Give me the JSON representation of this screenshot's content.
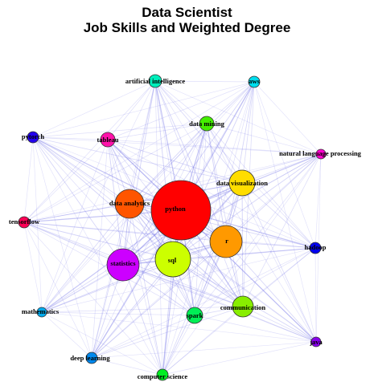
{
  "title": {
    "line1": "Data Scientist",
    "line2": "Job Skills and Weighted Degree"
  },
  "graph": {
    "edge_color": "#6a6ae6",
    "node_border_color": "#333333",
    "nodes": [
      {
        "id": "python",
        "label": "python",
        "color": "#ff0000"
      },
      {
        "id": "sql",
        "label": "sql",
        "color": "#ccff00"
      },
      {
        "id": "statistics",
        "label": "statistics",
        "color": "#cc00ff"
      },
      {
        "id": "r",
        "label": "r",
        "color": "#ff9900"
      },
      {
        "id": "data-analytics",
        "label": "data analytics",
        "color": "#ff5500"
      },
      {
        "id": "data-visualization",
        "label": "data visualization",
        "color": "#ffdd00"
      },
      {
        "id": "communication",
        "label": "communication",
        "color": "#88ee00"
      },
      {
        "id": "spark",
        "label": "spark",
        "color": "#00ee55"
      },
      {
        "id": "data-mining",
        "label": "data mining",
        "color": "#44ee00"
      },
      {
        "id": "tableau",
        "label": "tableau",
        "color": "#ff11aa"
      },
      {
        "id": "artificial-intelligence",
        "label": "artificial intelligence",
        "color": "#00eebb"
      },
      {
        "id": "aws",
        "label": "aws",
        "color": "#00ddee"
      },
      {
        "id": "natural-language-processing",
        "label": "natural language processing",
        "color": "#ff00cc"
      },
      {
        "id": "hadoop",
        "label": "hadoop",
        "color": "#0000ee"
      },
      {
        "id": "java",
        "label": "java",
        "color": "#8800ee"
      },
      {
        "id": "computer-science",
        "label": "computer science",
        "color": "#00ee22"
      },
      {
        "id": "deep-learning",
        "label": "deep learning",
        "color": "#0088ee"
      },
      {
        "id": "mathematics",
        "label": "mathematics",
        "color": "#00aaee"
      },
      {
        "id": "tensorflow",
        "label": "tensorflow",
        "color": "#ff0055"
      },
      {
        "id": "pytorch",
        "label": "pytorch",
        "color": "#2200ee"
      }
    ]
  }
}
